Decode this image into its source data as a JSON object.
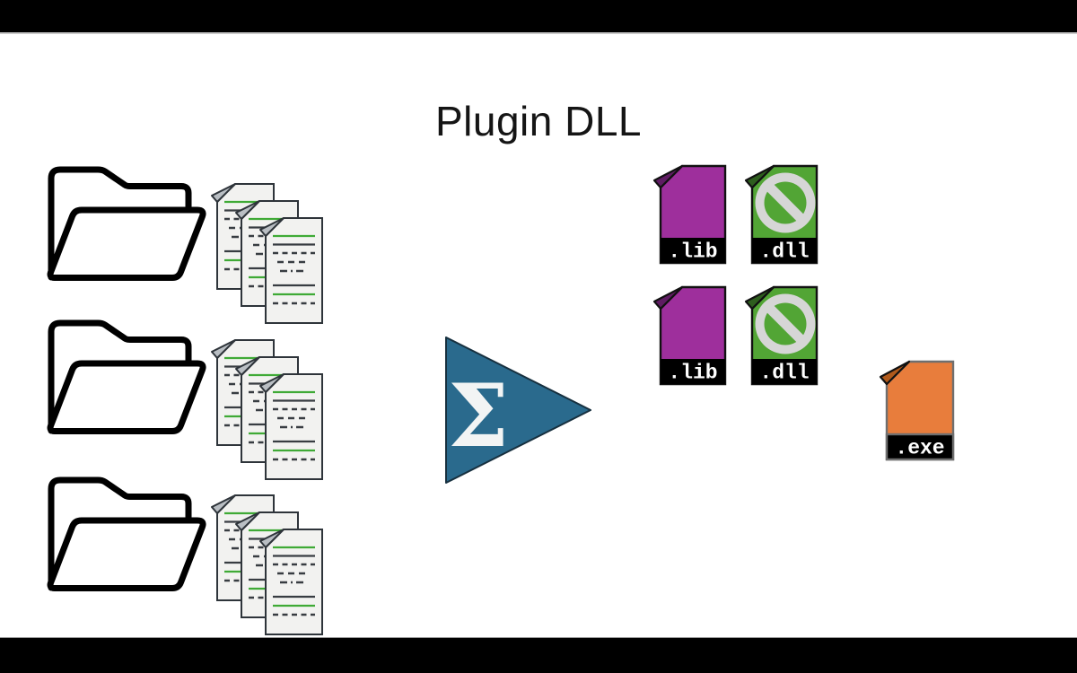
{
  "title": "Plugin DLL",
  "aggregator": {
    "symbol": "Σ"
  },
  "output_files": [
    {
      "type": "lib",
      "label": ".lib"
    },
    {
      "type": "dll",
      "label": ".dll"
    },
    {
      "type": "lib",
      "label": ".lib"
    },
    {
      "type": "dll",
      "label": ".dll"
    },
    {
      "type": "exe",
      "label": ".exe"
    }
  ],
  "colors": {
    "background": "#ffffff",
    "letterbox": "#000000",
    "title-text": "#151515",
    "teal-triangle": "#2a6a8d",
    "triangle-outline": "#17303f",
    "sigma-white": "#f2f4f4",
    "lib-purple": "#9e2f9c",
    "lib-fold": "#5f1c63",
    "dll-green": "#52a535",
    "dll-fold": "#2e5e1e",
    "prohibited-gray": "#d6d6d6",
    "exe-orange": "#e87d3c",
    "exe-fold": "#b05a1c",
    "exe-border": "#6f6f6f",
    "file-outline": "#111111",
    "file-bar": "#000000",
    "file-label": "#ffffff",
    "doc-fill": "#f2f2f0",
    "doc-border": "#2e343a",
    "doc-fold": "#b9bec3",
    "doc-line-green": "#3faa36",
    "doc-line-dark": "#383d42",
    "folder-outline": "#000000"
  }
}
